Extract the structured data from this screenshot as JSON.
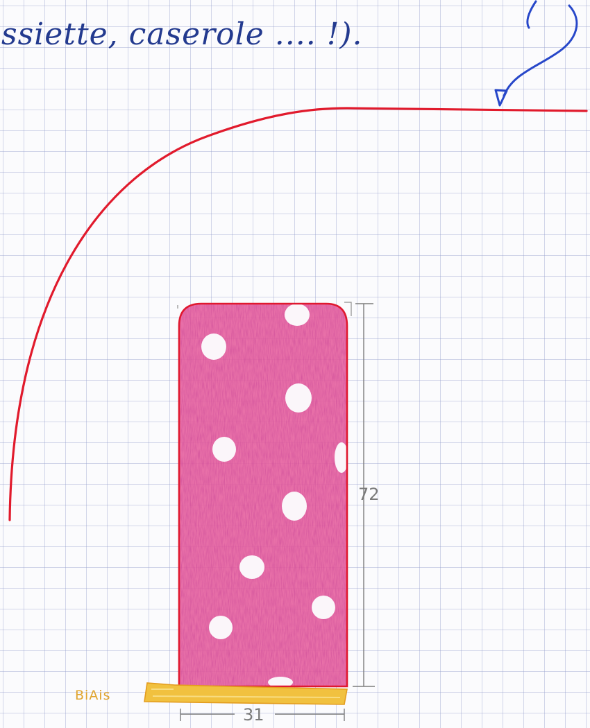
{
  "note": {
    "text": "ssiette, caserole .... !)."
  },
  "pattern_piece": {
    "height_label": "72",
    "width_label": "31",
    "fabric_color": "#d6246f",
    "outline_color": "#e0182f",
    "fabric_pattern": "white polka dots"
  },
  "biais": {
    "label": "BiAis",
    "color": "#f1c13f"
  },
  "colors": {
    "curve": "#e11a2c",
    "arrow": "#2747c9",
    "grid": "#b3b9d9"
  }
}
